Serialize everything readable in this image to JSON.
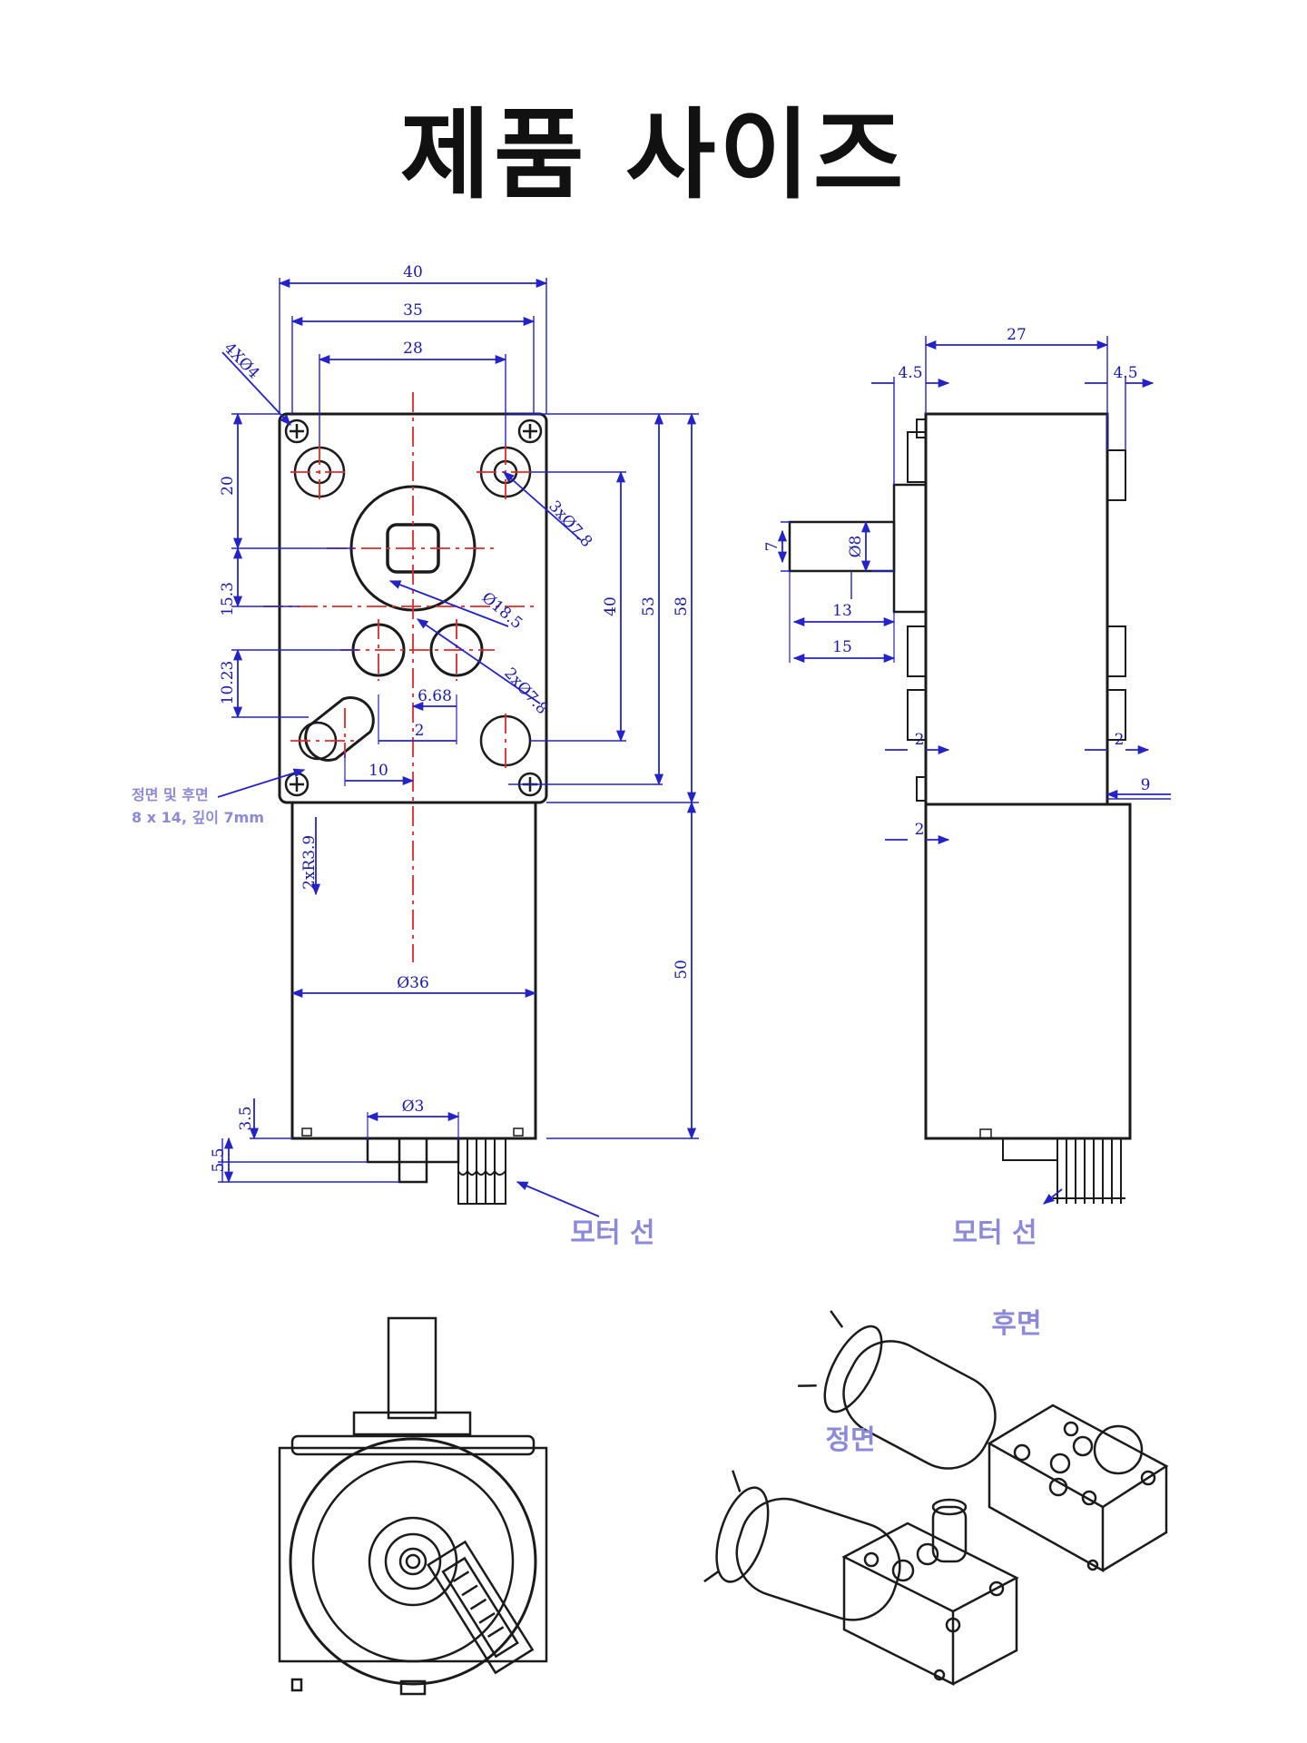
{
  "title": "제품 사이즈",
  "colors": {
    "outline": "#1b1b1b",
    "dimension": "#2323c8",
    "centerline": "#e02a2a",
    "note": "#8c8ad8"
  },
  "front_view": {
    "dims": {
      "w40": "40",
      "w35": "35",
      "w28": "28",
      "holes4": "4XØ4",
      "h20": "20",
      "h15_3": "15.3",
      "h10_23": "10.23",
      "h40": "40",
      "h53": "53",
      "h58": "58",
      "h50": "50",
      "d3x7_8": "3xØ7.8",
      "d18_5": "Ø18.5",
      "d2x7_8": "2xØ7.8",
      "w6_68": "6.68",
      "w2": "2",
      "w10": "10",
      "r3_9": "2xR3.9",
      "d36": "Ø36",
      "d3": "Ø3",
      "h3_5": "3.5",
      "h5_5": "5.5"
    },
    "note_line1": "정면 및 후면",
    "note_line2": "8 x 14, 깊이 7mm",
    "wire_label": "모터 선"
  },
  "side_view": {
    "dims": {
      "w27": "27",
      "w4_5a": "4.5",
      "w4_5b": "4.5",
      "h7": "7",
      "d8": "Ø8",
      "w13": "13",
      "w15": "15",
      "w2a": "2",
      "w2b": "2",
      "w2c": "2",
      "w9": "9"
    },
    "wire_label": "모터 선"
  },
  "iso_view": {
    "rear_label": "후면",
    "front_label": "정면"
  }
}
